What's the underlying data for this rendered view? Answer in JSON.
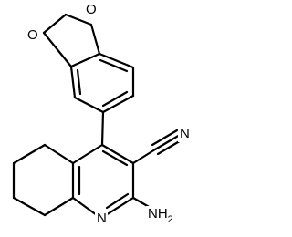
{
  "structure": {
    "atoms": {
      "o1": "O",
      "o2": "O",
      "n_ring": "N",
      "n_nitrile": "N",
      "nh2_n": "NH",
      "nh2_sub": "2"
    }
  }
}
